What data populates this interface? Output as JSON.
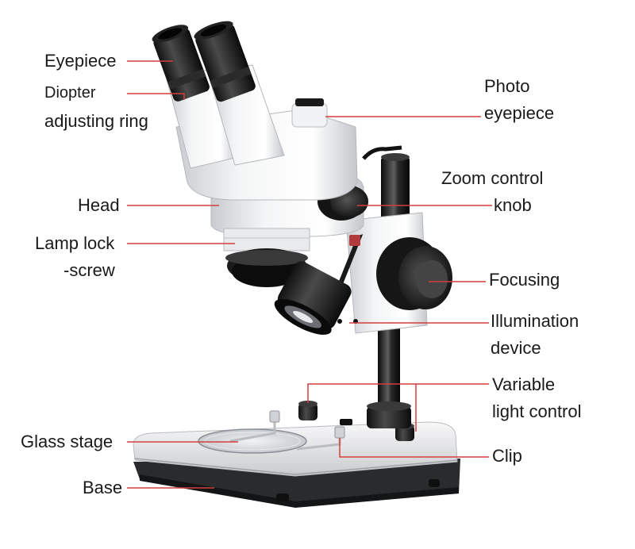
{
  "figure": {
    "line_color": "#d33f3f",
    "labels": {
      "eyepiece": "Eyepiece",
      "diopter_1": "Diopter",
      "diopter_2": "adjusting ring",
      "head": "Head",
      "lamp_lock_1": "Lamp lock",
      "lamp_lock_2": "-screw",
      "glass_stage": "Glass stage",
      "base": "Base",
      "photo_eyepiece_1": "Photo",
      "photo_eyepiece_2": "eyepiece",
      "zoom_1": "Zoom control",
      "zoom_2": "knob",
      "focusing": "Focusing",
      "illumination_1": "Illumination",
      "illumination_2": "device",
      "variable_1": "Variable",
      "variable_2": "light control",
      "clip": "Clip"
    }
  }
}
